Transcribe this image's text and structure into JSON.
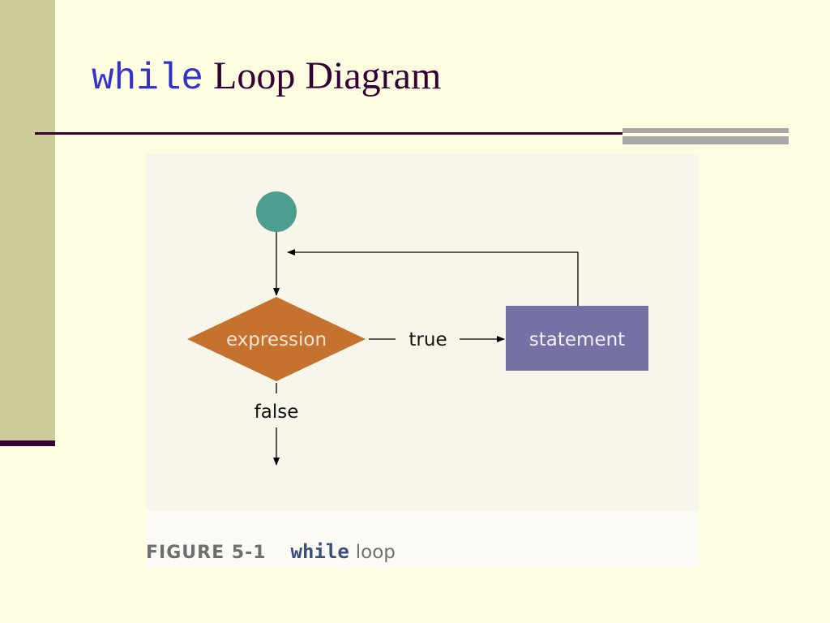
{
  "slide": {
    "title_code": "while",
    "title_text": "Loop Diagram"
  },
  "diagram": {
    "decision_label": "expression",
    "true_label": "true",
    "process_label": "statement",
    "false_label": "false",
    "colors": {
      "start_node": "#4C9E8E",
      "decision": "#C5722E",
      "process": "#7571A4",
      "lines": "#000000"
    }
  },
  "caption": {
    "figure_number": "FIGURE 5-1",
    "code": "while",
    "text": "loop"
  }
}
